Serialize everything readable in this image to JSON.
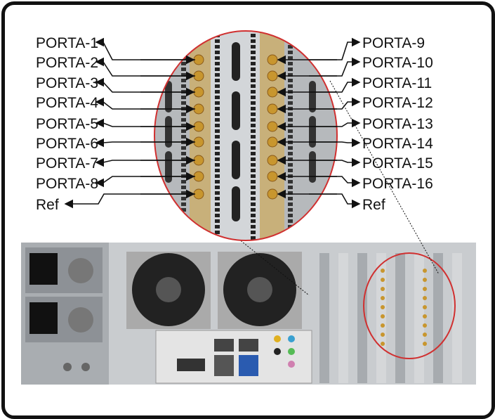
{
  "left_labels": [
    "PORTA-1",
    "PORTA-2",
    "PORTA-3",
    "PORTA-4",
    "PORTA-5",
    "PORTA-6",
    "PORTA-7",
    "PORTA-8",
    "Ref"
  ],
  "right_labels": [
    "PORTA-9",
    "PORTA-10",
    "PORTA-11",
    "PORTA-12",
    "PORTA-13",
    "PORTA-14",
    "PORTA-15",
    "PORTA-16",
    "Ref"
  ],
  "colors": {
    "highlight": "#d03030",
    "connector": "#c8962e",
    "chassis": "#b8bcc0",
    "frame": "#111111"
  }
}
